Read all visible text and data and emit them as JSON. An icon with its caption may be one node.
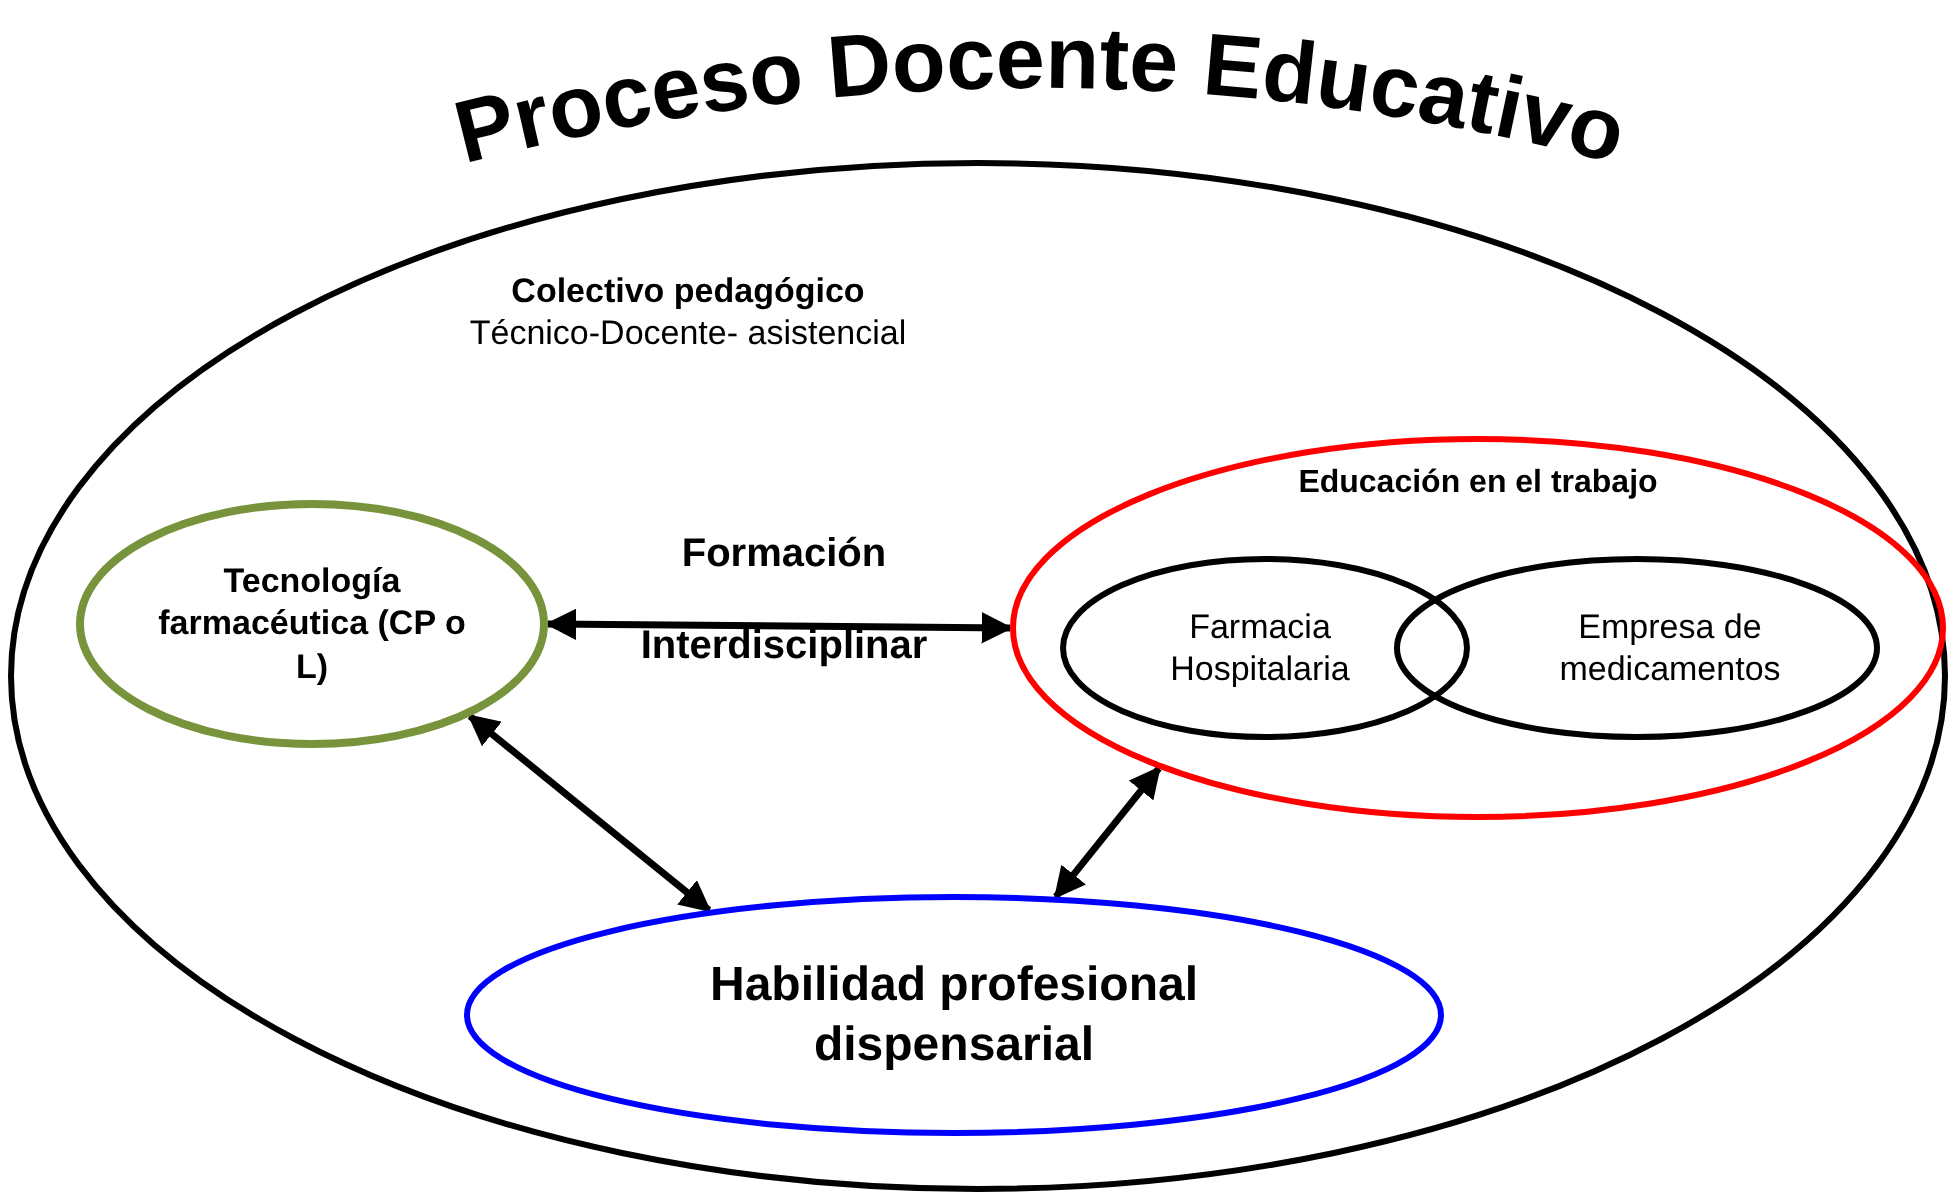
{
  "diagram": {
    "title": "Proceso Docente Educativo",
    "nodes": [
      {
        "text": [
          "Colectivo pedagógico",
          "Técnico-Docente- asistencial"
        ]
      },
      {
        "text": [
          "Tecnología farmacéutica (CP o L)"
        ],
        "in": 0
      },
      {
        "text": [
          "Educación en el trabajo"
        ],
        "in": 0
      },
      {
        "text": [
          "Farmacia Hospitalaria"
        ],
        "in": 2
      },
      {
        "text": [
          "Empresa de medicamentos"
        ],
        "in": 2
      },
      {
        "text": [
          "Habilidad  profesional dispensarial"
        ],
        "in": 0
      }
    ],
    "edges": [
      {
        "from": 1,
        "to": 2,
        "arrow": "both"
      },
      {
        "from": 1,
        "to": 5,
        "arrow": "both"
      },
      {
        "from": 2,
        "to": 5,
        "arrow": "both"
      }
    ],
    "labels": [
      "Formación",
      "Interdisciplinar"
    ]
  }
}
